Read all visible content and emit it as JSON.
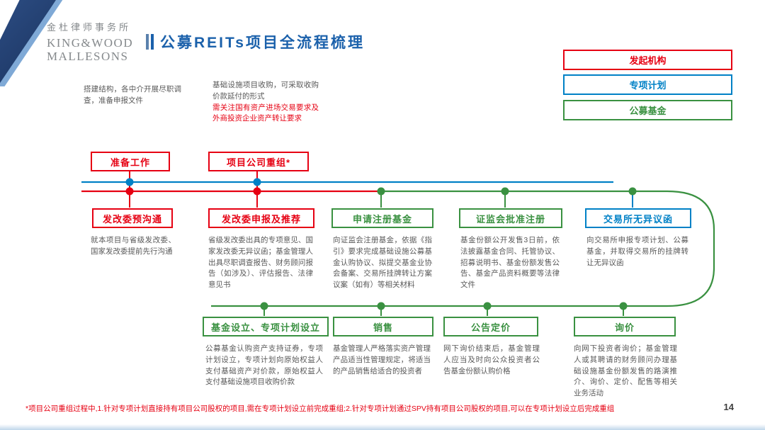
{
  "header": {
    "logo_cn": "金杜律师事务所",
    "logo_en_1": "KING&WOOD",
    "logo_en_2": "MALLESONS",
    "title": "公募REITs项目全流程梳理"
  },
  "legend": {
    "items": [
      {
        "label": "发起机构",
        "color": "#e60012"
      },
      {
        "label": "专项计划",
        "color": "#0081c6"
      },
      {
        "label": "公募基金",
        "color": "#3a9141"
      }
    ]
  },
  "notes": {
    "prepare": "搭建结构，各中介开展尽职调查，准备申报文件",
    "reorg_main": "基础设施项目收购，可采取收购价款延付的形式",
    "reorg_warn": "需关注国有资产进场交易要求及外商投资企业资产转让要求"
  },
  "top_stages": [
    {
      "label": "准备工作"
    },
    {
      "label": "项目公司重组*"
    }
  ],
  "mid_stages": [
    {
      "label": "发改委预沟通",
      "desc": "就本项目与省级发改委、国家发改委提前先行沟通"
    },
    {
      "label": "发改委申报及推荐",
      "desc": "省级发改委出具的专项意见、国家发改委无异议函；基金管理人出具尽职调查报告、财务顾问报告（如涉及）、评估报告、法律意见书"
    },
    {
      "label": "申请注册基金",
      "desc": "向证监会注册基金，依据《指引》要求完成基础设施公募基金认购协议、拟提交基金业协会备案、交易所挂牌转让方案议案（如有）等相关材料"
    },
    {
      "label": "证监会批准注册",
      "desc": "基金份额公开发售3日前，依法披露基金合同、托管协议、招募说明书、基金份额发售公告、基金产品资料概要等法律文件"
    },
    {
      "label": "交易所无异议函",
      "desc": "向交易所申报专项计划、公募基金，并取得交易所的挂牌转让无异议函"
    }
  ],
  "bottom_stages": [
    {
      "label": "基金设立、专项计划设立",
      "desc": "公募基金认购资产支持证券，专项计划设立，专项计划向原始权益人支付基础资产对价款，原始权益人支付基础设施项目收购价款"
    },
    {
      "label": "销售",
      "desc": "基金管理人严格落实资产管理产品适当性管理规定，将适当的产品销售给适合的投资者"
    },
    {
      "label": "公告定价",
      "desc": "网下询价结束后，基金管理人应当及时向公众投资者公告基金份额认购价格"
    },
    {
      "label": "询价",
      "desc": "向网下投资者询价；基金管理人或其聘请的财务顾问办理基础设施基金份额发售的路演推介、询价、定价、配售等相关业务活动"
    }
  ],
  "footer": {
    "footnote": "*项目公司重组过程中,1.针对专项计划直接持有项目公司股权的项目,需在专项计划设立前完成重组;2.针对专项计划通过SPV持有项目公司股权的项目,可以在专项计划设立后完成重组",
    "page_number": "14"
  },
  "colors": {
    "red": "#e60012",
    "blue": "#0081c6",
    "green": "#3a9141",
    "title_blue": "#1b61ab"
  }
}
